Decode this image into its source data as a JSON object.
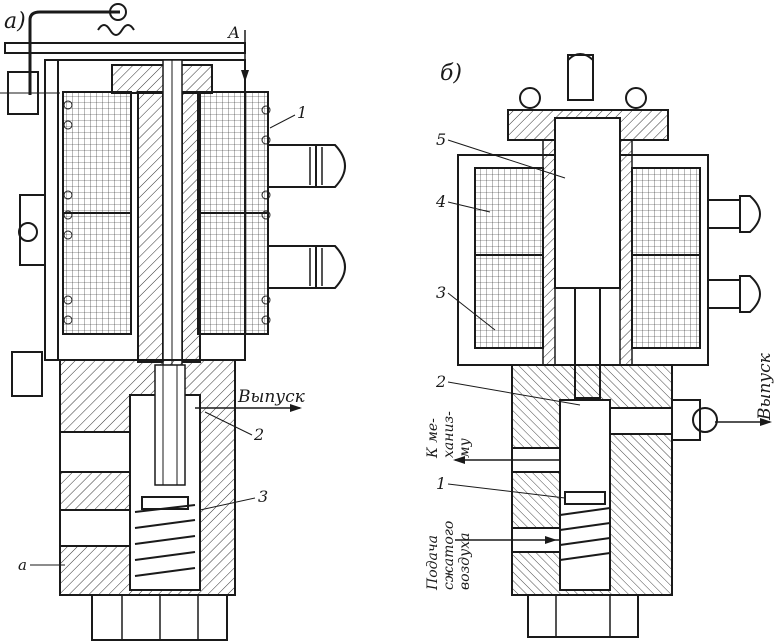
{
  "figure": {
    "panel_a": {
      "panel_label": "а)",
      "section_mark": "А",
      "callouts": {
        "c1": "1",
        "c2": "2",
        "c3": "3",
        "ca": "а"
      },
      "outlet_label": "Выпуск"
    },
    "panel_b": {
      "panel_label": "б)",
      "callouts": {
        "c1": "1",
        "c2": "2",
        "c3": "3",
        "c4": "4",
        "c5": "5"
      },
      "outlet_label": "Выпуск",
      "to_mechanism_line1": "К ме-",
      "to_mechanism_line2": "ханиз-",
      "to_mechanism_line3": "му",
      "air_supply_line1": "Подача",
      "air_supply_line2": "сжатого",
      "air_supply_line3": "воздуха"
    }
  },
  "colors": {
    "ink": "#1a1a1a",
    "paper": "#ffffff"
  }
}
